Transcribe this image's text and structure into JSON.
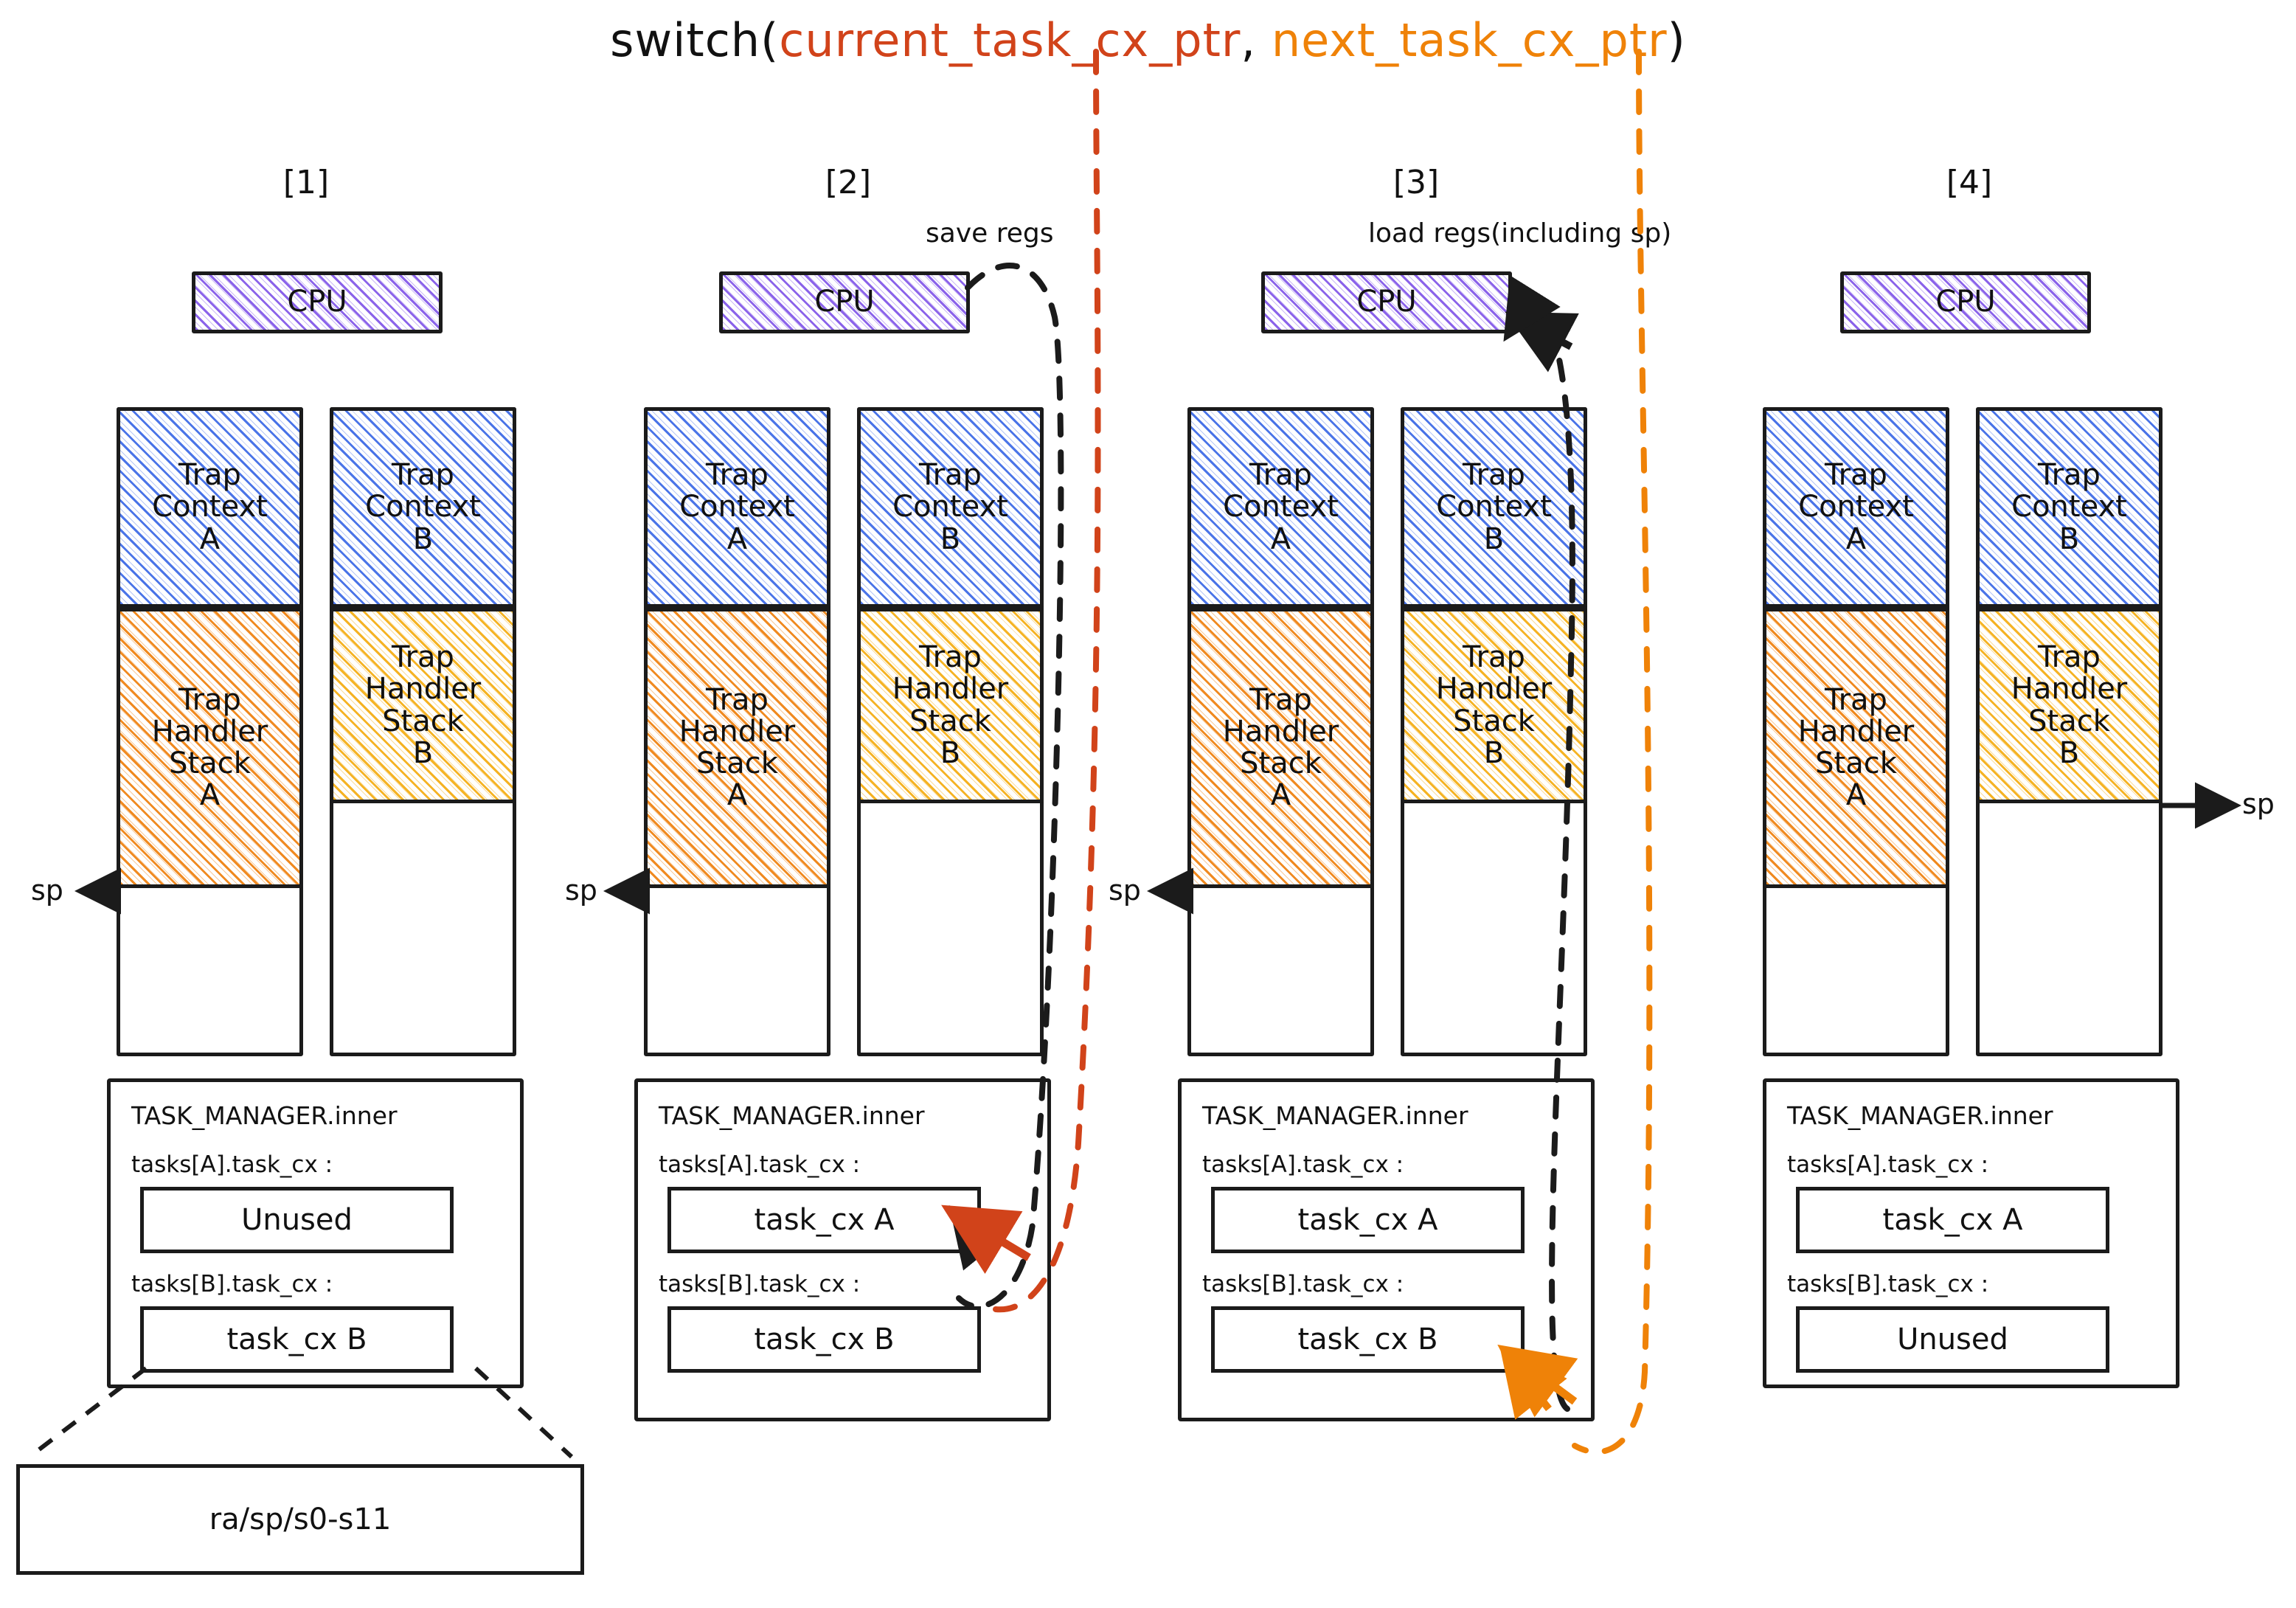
{
  "title": {
    "prefix": "switch(",
    "arg1": "current_task_cx_ptr",
    "comma": ", ",
    "arg2": "next_task_cx_ptr",
    "suffix": ")"
  },
  "colors": {
    "current_ptr": "#d1431a",
    "next_ptr": "#ef8208",
    "cpu_hatch": "#8b63ea",
    "trap_context_hatch": "#4a74e8",
    "trap_handler_a_hatch": "#f08a20",
    "trap_handler_b_hatch": "#f5b324",
    "task_cx_hatch": "#7ac32d",
    "unused_hatch": "#b9c2cf",
    "ink": "#1b1b1b"
  },
  "steps": [
    {
      "header": "[1]",
      "cpu_label": "CPU",
      "stack_a": {
        "trap_context": "Trap\nContext\nA",
        "trap_handler": "Trap\nHandler\nStack\nA"
      },
      "stack_b": {
        "trap_context": "Trap\nContext\nB",
        "trap_handler": "Trap\nHandler\nStack\nB"
      },
      "sp_label": "sp",
      "task_manager": {
        "title": "TASK_MANAGER.inner",
        "rows": [
          {
            "label": "tasks[A].task_cx :",
            "value": "Unused",
            "fill": "unused"
          },
          {
            "label": "tasks[B].task_cx :",
            "value": "task_cx B",
            "fill": "task_cx"
          }
        ]
      }
    },
    {
      "header": "[2]",
      "cpu_label": "CPU",
      "annotation": "save regs",
      "stack_a": {
        "trap_context": "Trap\nContext\nA",
        "trap_handler": "Trap\nHandler\nStack\nA"
      },
      "stack_b": {
        "trap_context": "Trap\nContext\nB",
        "trap_handler": "Trap\nHandler\nStack\nB"
      },
      "sp_label": "sp",
      "task_manager": {
        "title": "TASK_MANAGER.inner",
        "rows": [
          {
            "label": "tasks[A].task_cx :",
            "value": "task_cx A",
            "fill": "task_cx"
          },
          {
            "label": "tasks[B].task_cx :",
            "value": "task_cx B",
            "fill": "task_cx"
          }
        ]
      }
    },
    {
      "header": "[3]",
      "cpu_label": "CPU",
      "annotation": "load regs(including sp)",
      "stack_a": {
        "trap_context": "Trap\nContext\nA",
        "trap_handler": "Trap\nHandler\nStack\nA"
      },
      "stack_b": {
        "trap_context": "Trap\nContext\nB",
        "trap_handler": "Trap\nHandler\nStack\nB"
      },
      "sp_label": "sp",
      "task_manager": {
        "title": "TASK_MANAGER.inner",
        "rows": [
          {
            "label": "tasks[A].task_cx :",
            "value": "task_cx A",
            "fill": "task_cx"
          },
          {
            "label": "tasks[B].task_cx :",
            "value": "task_cx B",
            "fill": "task_cx"
          }
        ]
      }
    },
    {
      "header": "[4]",
      "cpu_label": "CPU",
      "stack_a": {
        "trap_context": "Trap\nContext\nA",
        "trap_handler": "Trap\nHandler\nStack\nA"
      },
      "stack_b": {
        "trap_context": "Trap\nContext\nB",
        "trap_handler": "Trap\nHandler\nStack\nB"
      },
      "sp_label": "sp",
      "task_manager": {
        "title": "TASK_MANAGER.inner",
        "rows": [
          {
            "label": "tasks[A].task_cx :",
            "value": "task_cx A",
            "fill": "task_cx"
          },
          {
            "label": "tasks[B].task_cx :",
            "value": "Unused",
            "fill": "unused"
          }
        ]
      }
    }
  ],
  "callout": {
    "value": "ra/sp/s0-s11"
  }
}
